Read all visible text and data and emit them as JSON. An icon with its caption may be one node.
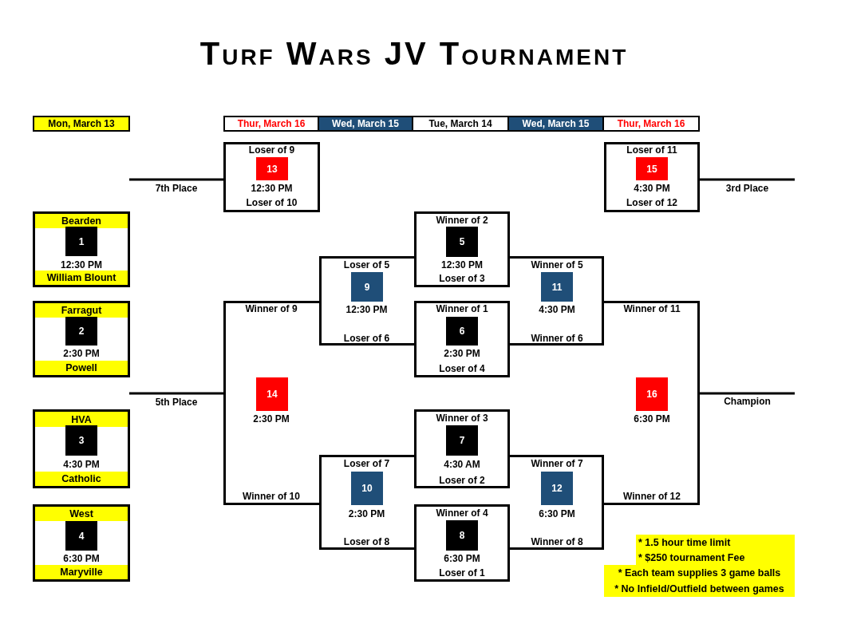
{
  "diagram": {
    "title": "Turf Wars JV Tournament",
    "nodes": [
      {
        "text": [
          "12:30 PM"
        ]
      },
      {
        "text": [
          "Bearden"
        ],
        "in": 0
      },
      {
        "text": [
          "1"
        ],
        "in": 0
      },
      {
        "text": [
          "William Blount"
        ],
        "in": 0
      },
      {
        "text": [
          "2:30 PM"
        ]
      },
      {
        "text": [
          "Farragut"
        ],
        "in": 4
      },
      {
        "text": [
          "2"
        ],
        "in": 4
      },
      {
        "text": [
          "Powell"
        ],
        "in": 4
      },
      {
        "text": [
          "4:30 PM"
        ]
      },
      {
        "text": [
          "HVA"
        ],
        "in": 8
      },
      {
        "text": [
          "3"
        ],
        "in": 8
      },
      {
        "text": [
          "Catholic"
        ],
        "in": 8
      },
      {
        "text": [
          "6:30 PM"
        ]
      },
      {
        "text": [
          "West"
        ],
        "in": 12
      },
      {
        "text": [
          "4"
        ],
        "in": 12
      },
      {
        "text": [
          "Maryville"
        ],
        "in": 12
      },
      {
        "text": [
          "Winner of 2",
          "12:30 PM",
          "Loser of 3"
        ]
      },
      {
        "text": [
          "5"
        ],
        "in": 16
      },
      {
        "text": [
          "Winner of 1",
          "2:30 PM",
          "Loser of 4"
        ]
      },
      {
        "text": [
          "6"
        ],
        "in": 18
      },
      {
        "text": [
          "Winner of 3",
          "4:30 AM",
          "Loser of 2"
        ]
      },
      {
        "text": [
          "7"
        ],
        "in": 20
      },
      {
        "text": [
          "Winner of 4",
          "6:30 PM",
          "Loser of 1"
        ]
      },
      {
        "text": [
          "8"
        ],
        "in": 22
      },
      {
        "text": [
          "Loser of 5",
          "12:30 PM",
          "Loser of 6"
        ]
      },
      {
        "text": [
          "9"
        ],
        "in": 24
      },
      {
        "text": [
          "Loser of 7",
          "2:30 PM",
          "Loser of 8"
        ]
      },
      {
        "text": [
          "10"
        ],
        "in": 26
      },
      {
        "text": [
          "Winner of 5",
          "4:30 PM",
          "Winner of 6"
        ]
      },
      {
        "text": [
          "11"
        ],
        "in": 28
      },
      {
        "text": [
          "Winner of 7",
          "6:30 PM",
          "Winner of 8"
        ]
      },
      {
        "text": [
          "12"
        ],
        "in": 30
      },
      {
        "text": [
          "Loser of 9",
          "12:30 PM",
          "Loser of 10"
        ]
      },
      {
        "text": [
          "13"
        ],
        "in": 32
      },
      {
        "text": [
          "Winner of 9",
          "2:30 PM",
          "Winner of 10"
        ]
      },
      {
        "text": [
          "14"
        ],
        "in": 34
      },
      {
        "text": [
          "Loser of 11",
          "4:30 PM",
          "Loser of 12"
        ]
      },
      {
        "text": [
          "15"
        ],
        "in": 36
      },
      {
        "text": [
          "Winner of 11",
          "6:30 PM",
          "Winner of 12"
        ]
      },
      {
        "text": [
          "16"
        ],
        "in": 38
      }
    ],
    "edges": [
      {
        "from": 32,
        "to": null,
        "arrow": "none",
        "label": "7th Place"
      },
      {
        "from": 34,
        "to": null,
        "arrow": "none",
        "label": "5th Place"
      },
      {
        "from": 36,
        "to": null,
        "arrow": "none",
        "label": "3rd Place"
      },
      {
        "from": 38,
        "to": null,
        "arrow": "none",
        "label": "Champion"
      }
    ],
    "labels": [
      "Mon, March 13",
      "Thur, March 16",
      "Wed, March 15",
      "Tue, March 14",
      "Wed, March 15",
      "Thur, March 16",
      "* 1.5 hour time limit",
      "* $250 tournament Fee",
      "* Each team supplies 3 game balls",
      "* No Infield/Outfield between games"
    ]
  }
}
